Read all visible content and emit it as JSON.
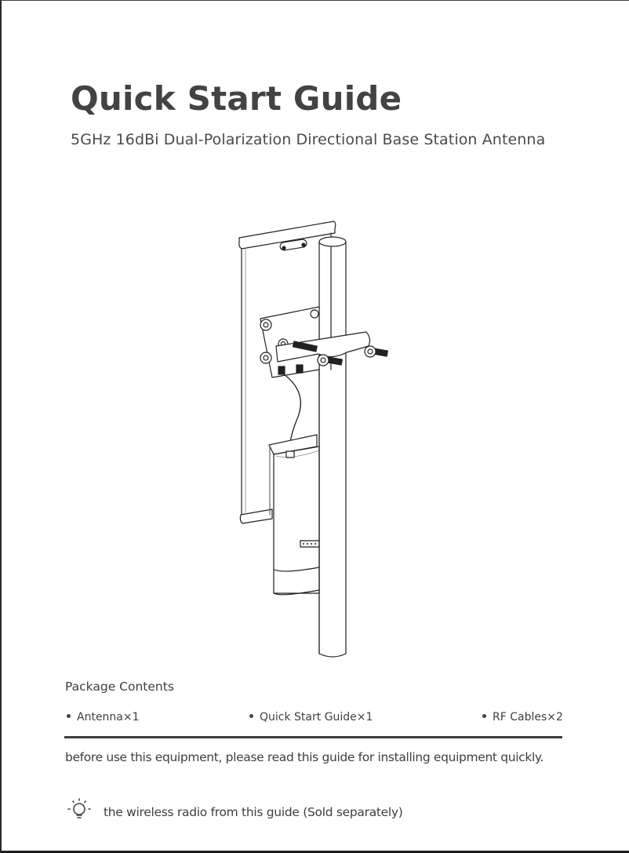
{
  "document": {
    "title": "Quick Start Guide",
    "subtitle": "5GHz 16dBi Dual-Polarization Directional Base Station Antenna"
  },
  "figure": {
    "description": "Line illustration of panel antenna mounted on pole with bracket, U-bolts, RF cables and wireless radio unit",
    "icon": "antenna-mount-illustration"
  },
  "package_contents": {
    "heading": "Package Contents",
    "items": [
      {
        "label": "Antenna×1"
      },
      {
        "label": "Quick Start Guide×1"
      },
      {
        "label": "RF Cables×2"
      }
    ]
  },
  "notes": {
    "intro": "before use this equipment, please read this guide for installing equipment quickly.",
    "tip_icon": "lightbulb-icon",
    "tip": "the wireless radio from this guide (Sold separately)"
  }
}
